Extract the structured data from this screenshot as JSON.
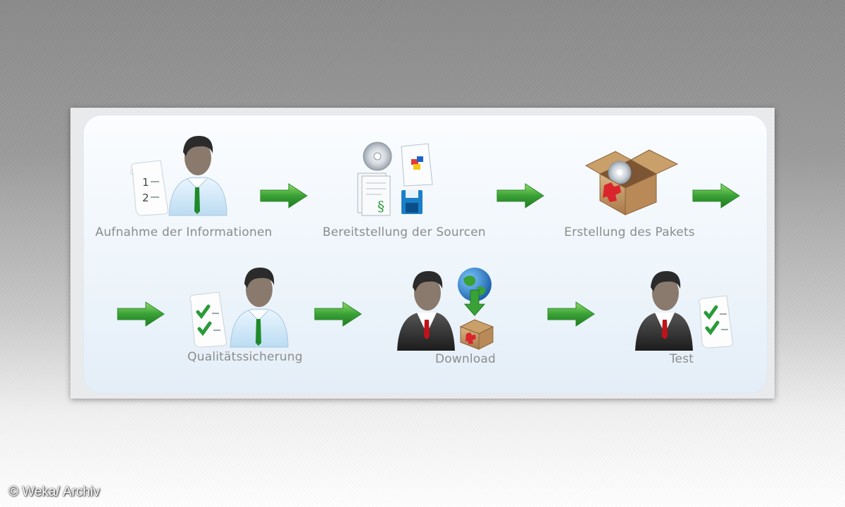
{
  "steps": [
    {
      "id": "s1",
      "label": "Aufnahme der Informationen",
      "icon": "person-with-list-icon"
    },
    {
      "id": "s2",
      "label": "Bereitstellung der Sourcen",
      "icon": "source-files-icon"
    },
    {
      "id": "s3",
      "label": "Erstellung des Pakets",
      "icon": "package-box-icon"
    },
    {
      "id": "s4",
      "label": "Qualitätssicherung",
      "icon": "person-with-checklist-icon"
    },
    {
      "id": "s5",
      "label": "Download",
      "icon": "businessman-download-icon"
    },
    {
      "id": "s6",
      "label": "Test",
      "icon": "businessman-checklist-icon"
    }
  ],
  "list_numbers": [
    "1",
    "2"
  ],
  "credit": "© Weka/ Archiv",
  "colors": {
    "arrow": "#3aa136",
    "label": "#8c8c8c",
    "tie_green": "#1e8a2a",
    "tie_red": "#c0121a"
  }
}
